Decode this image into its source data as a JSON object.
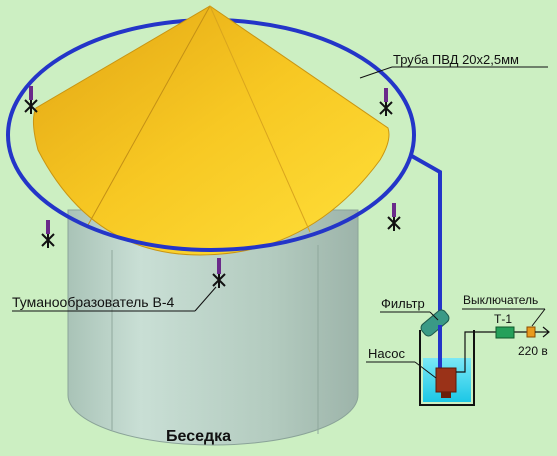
{
  "labels": {
    "pipe": "Труба ПВД 20х2,5мм",
    "nozzle": "Туманообразователь В-4",
    "filter": "Фильтр",
    "switch": "Выключатель",
    "timer": "Т-1",
    "pump": "Насос",
    "voltage": "220 в",
    "gazebo": "Беседка"
  },
  "colors": {
    "background": "#ccefc2",
    "pipe": "#2435c8",
    "roof": "#f6c21c",
    "walls": "#b8d2c6",
    "water": "#2fd4ec",
    "pump": "#9a3218",
    "filter": "#3a9a86",
    "timer": "#25a05a",
    "socket": "#e99a1c",
    "nozzle": "#6a2a8a"
  }
}
